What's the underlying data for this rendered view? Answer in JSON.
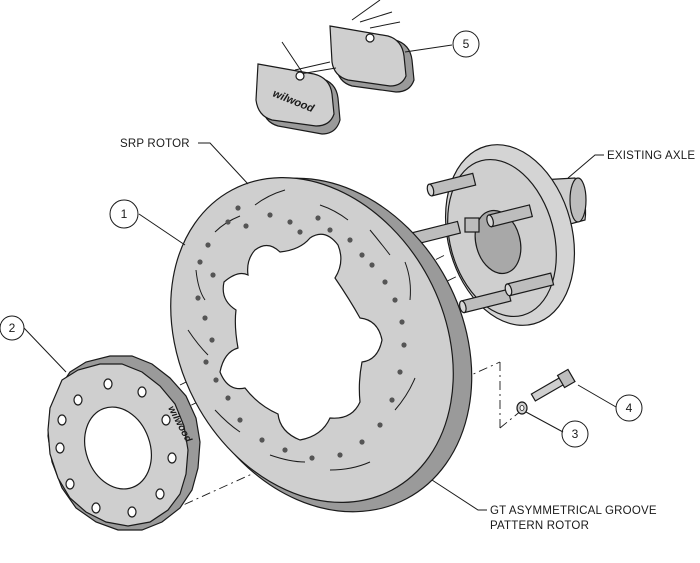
{
  "labels": {
    "srp_rotor": "SRP ROTOR",
    "existing_axle": "EXISTING AXLE",
    "gt_line1": "GT ASYMMETRICAL GROOVE",
    "gt_line2": "PATTERN ROTOR"
  },
  "callouts": [
    "1",
    "2",
    "3",
    "4",
    "5"
  ],
  "brand_marks": {
    "pad": "wilwood",
    "hat": "wilwood"
  },
  "colors": {
    "part_fill": "#cfcfcf",
    "part_fill_dark": "#9a9a9a",
    "line": "#1a1a1a"
  }
}
